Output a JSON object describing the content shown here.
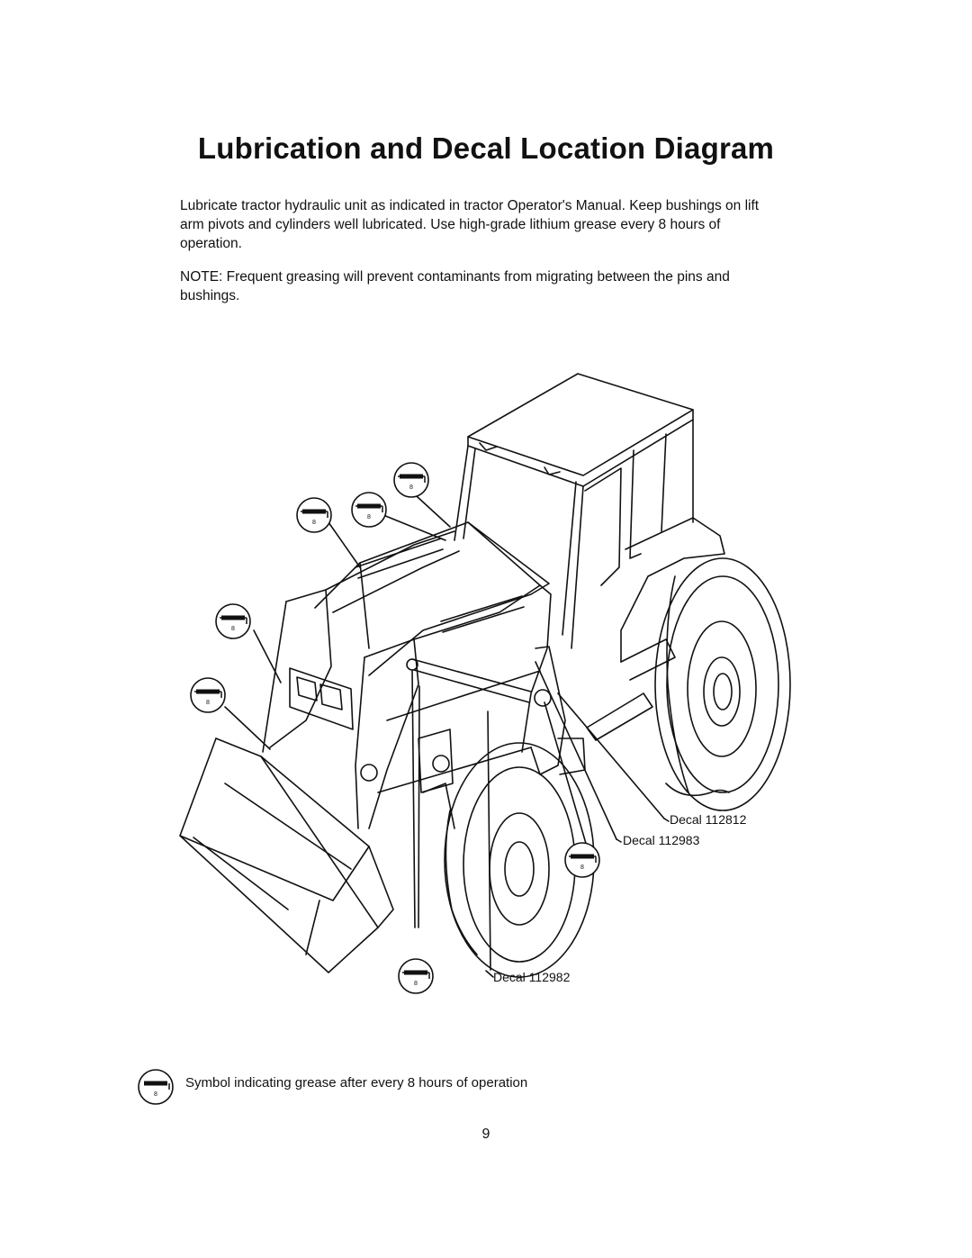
{
  "title": "Lubrication and Decal Location Diagram",
  "paragraphs": {
    "p1": "Lubricate tractor hydraulic unit as indicated in tractor Operator's Manual. Keep bushings on lift arm pivots and cylinders well lubricated. Use high-grade lithium grease every 8 hours of operation.",
    "p2": "NOTE: Frequent greasing will prevent contaminants from migrating between the pins and bushings."
  },
  "diagram": {
    "decals": [
      "Decal 112812",
      "Decal 112983",
      "Decal 112982"
    ],
    "grease_symbol_number": "8",
    "icon": "grease-gun-symbol-icon"
  },
  "legend": {
    "text": "Symbol indicating grease after every 8 hours of operation"
  },
  "page_number": "9",
  "colors": {
    "ink": "#111111",
    "paper": "#ffffff"
  }
}
